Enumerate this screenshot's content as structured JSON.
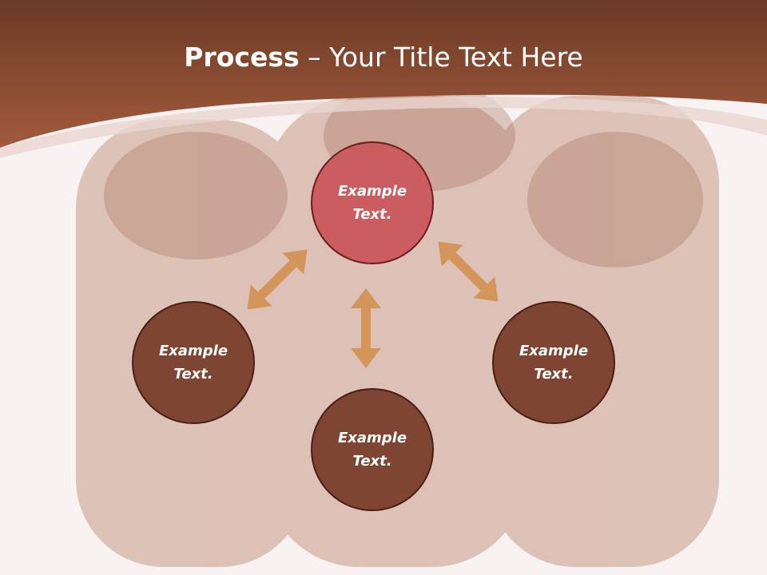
{
  "slide": {
    "title_bold": "Process",
    "title_rest": " – Your Title Text Here"
  },
  "nodes": [
    {
      "label": "Example Text.",
      "color": "#cb5d60"
    },
    {
      "label": "Example Text.",
      "color": "#7e4532"
    },
    {
      "label": "Example Text.",
      "color": "#7e4532"
    },
    {
      "label": "Example Text.",
      "color": "#7e4532"
    }
  ],
  "colors": {
    "header": "#8c4a30",
    "arrow": "#d4955a",
    "background": "#f8f3f2"
  },
  "icons": [
    "double-arrow-icon"
  ]
}
